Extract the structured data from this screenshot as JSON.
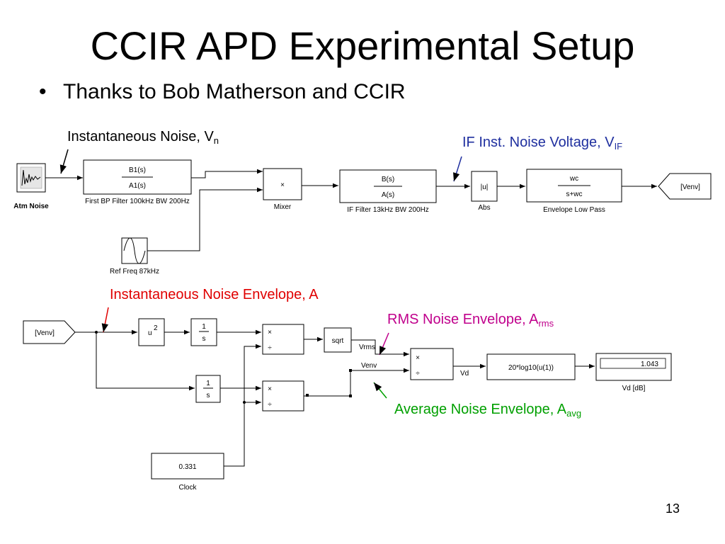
{
  "slide": {
    "title": "CCIR APD Experimental Setup",
    "bullet": "Thanks to Bob Matherson and CCIR",
    "page_number": "13"
  },
  "annotations": {
    "inst_noise": {
      "text": "Instantaneous Noise, V",
      "sub": "n",
      "color": "#000000"
    },
    "if_voltage": {
      "text": "IF Inst. Noise Voltage, V",
      "sub": "IF",
      "color": "#1f2f9f"
    },
    "inst_envelope": {
      "text": "Instantaneous Noise Envelope, A",
      "color": "#e00000"
    },
    "rms_envelope": {
      "text": "RMS Noise Envelope, A",
      "sub": "rms",
      "color": "#c0008c"
    },
    "avg_envelope": {
      "text": "Average Noise Envelope, A",
      "sub": "avg",
      "color": "#00a000"
    }
  },
  "blocks": {
    "atm_noise": {
      "caption": "Atm Noise"
    },
    "bp_filter": {
      "num": "B1(s)",
      "den": "A1(s)",
      "caption": "First BP Filter 100kHz BW 200Hz"
    },
    "ref_freq": {
      "caption": "Ref Freq 87kHz"
    },
    "mixer": {
      "symbol": "×",
      "caption": "Mixer"
    },
    "if_filter": {
      "num": "B(s)",
      "den": "A(s)",
      "caption": "IF Filter 13kHz BW 200Hz"
    },
    "abs": {
      "symbol": "|u|",
      "caption": "Abs"
    },
    "env_lp": {
      "num": "wc",
      "den": "s+wc",
      "caption": "Envelope Low Pass"
    },
    "goto_venv": {
      "text": "[Venv]"
    },
    "from_venv": {
      "text": "[Venv]"
    },
    "square": {
      "text": "u",
      "sup": "2"
    },
    "int1": {
      "num": "1",
      "den": "s"
    },
    "int2": {
      "num": "1",
      "den": "s"
    },
    "prod1": {
      "mul": "×",
      "div": "÷"
    },
    "prod2": {
      "mul": "×",
      "div": "÷"
    },
    "prod3": {
      "mul": "×",
      "div": "÷"
    },
    "sqrt": {
      "text": "sqrt"
    },
    "db": {
      "text": "20*log10(u(1))"
    },
    "display": {
      "value": "1.043",
      "caption": "Vd [dB]"
    },
    "clock": {
      "value": "0.331",
      "caption": "Clock"
    }
  },
  "signals": {
    "vrms": "Vrms",
    "venv": "Venv",
    "vd": "Vd"
  }
}
